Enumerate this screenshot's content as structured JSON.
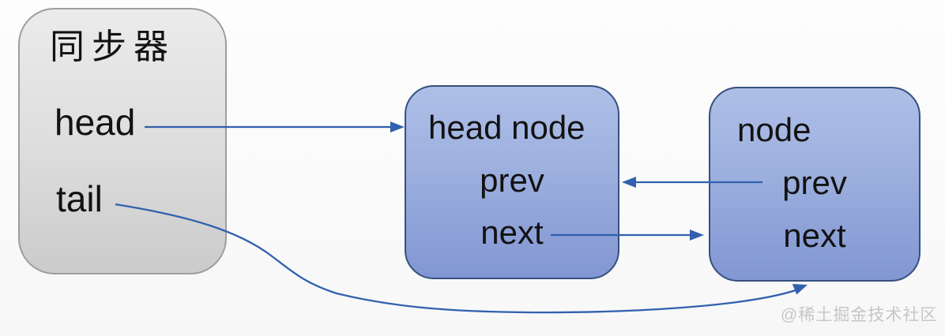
{
  "diagram": {
    "description": "AQS synchronizer doubly-linked queue diagram",
    "synchronizer": {
      "title": "同步器",
      "head_label": "head",
      "tail_label": "tail"
    },
    "head_node": {
      "title": "head node",
      "prev_label": "prev",
      "next_label": "next"
    },
    "node": {
      "title": "node",
      "prev_label": "prev",
      "next_label": "next"
    },
    "edges": [
      {
        "from": "synchronizer.head",
        "to": "head_node",
        "style": "straight",
        "arrowhead": "right"
      },
      {
        "from": "node.prev",
        "to": "head_node",
        "style": "straight",
        "arrowhead": "left"
      },
      {
        "from": "head_node.next",
        "to": "node",
        "style": "straight",
        "arrowhead": "right"
      },
      {
        "from": "synchronizer.tail",
        "to": "node",
        "style": "curved",
        "arrowhead": "up-right"
      }
    ],
    "colors": {
      "node_fill_top": "#aebfe7",
      "node_fill_bottom": "#8296d3",
      "node_border": "#35507e",
      "sync_fill_top": "#ebebeb",
      "sync_fill_bottom": "#cbcbcb",
      "sync_border": "#9d9d9d",
      "arrow": "#3161ae",
      "text": "#121212",
      "watermark_color": "#c6c6c6"
    }
  },
  "watermark": {
    "text": "@稀土掘金技术社区"
  }
}
